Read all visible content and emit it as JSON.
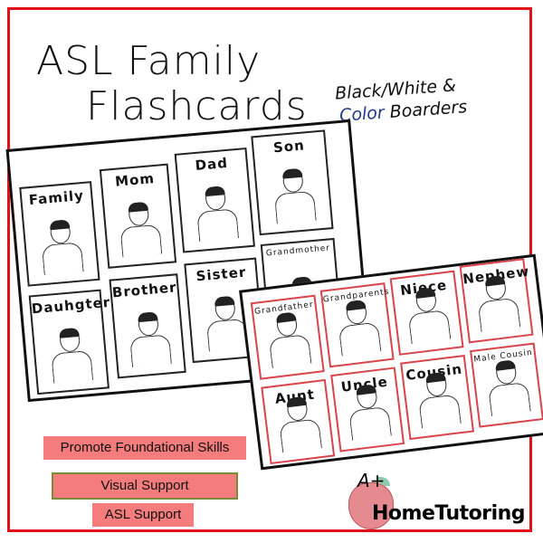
{
  "title": {
    "line1": "ASL Family",
    "line2": "Flashcards"
  },
  "subtitle": {
    "line1": "Black/White &",
    "line2_color": "Color",
    "line2_rest": "Boarders"
  },
  "bw_sheet": {
    "cards": [
      "Family",
      "Mom",
      "Dad",
      "Son",
      "Dauhgter",
      "Brother",
      "Sister",
      "Grandmother"
    ]
  },
  "color_sheet": {
    "cards": [
      "Grandfather",
      "Grandparents",
      "Niece",
      "Nephew",
      "Aunt",
      "Uncle",
      "Cousin",
      "Male Cousin"
    ]
  },
  "badges": [
    "Promote Foundational Skills",
    "Visual Support",
    "ASL Support"
  ],
  "logo": {
    "mark": "A+",
    "name": "HomeTutoring"
  },
  "colors": {
    "frame": "#e3101a",
    "badge": "#f47c7c",
    "color_word": "#1f3b8a",
    "card_border_color": "#d9434b"
  }
}
